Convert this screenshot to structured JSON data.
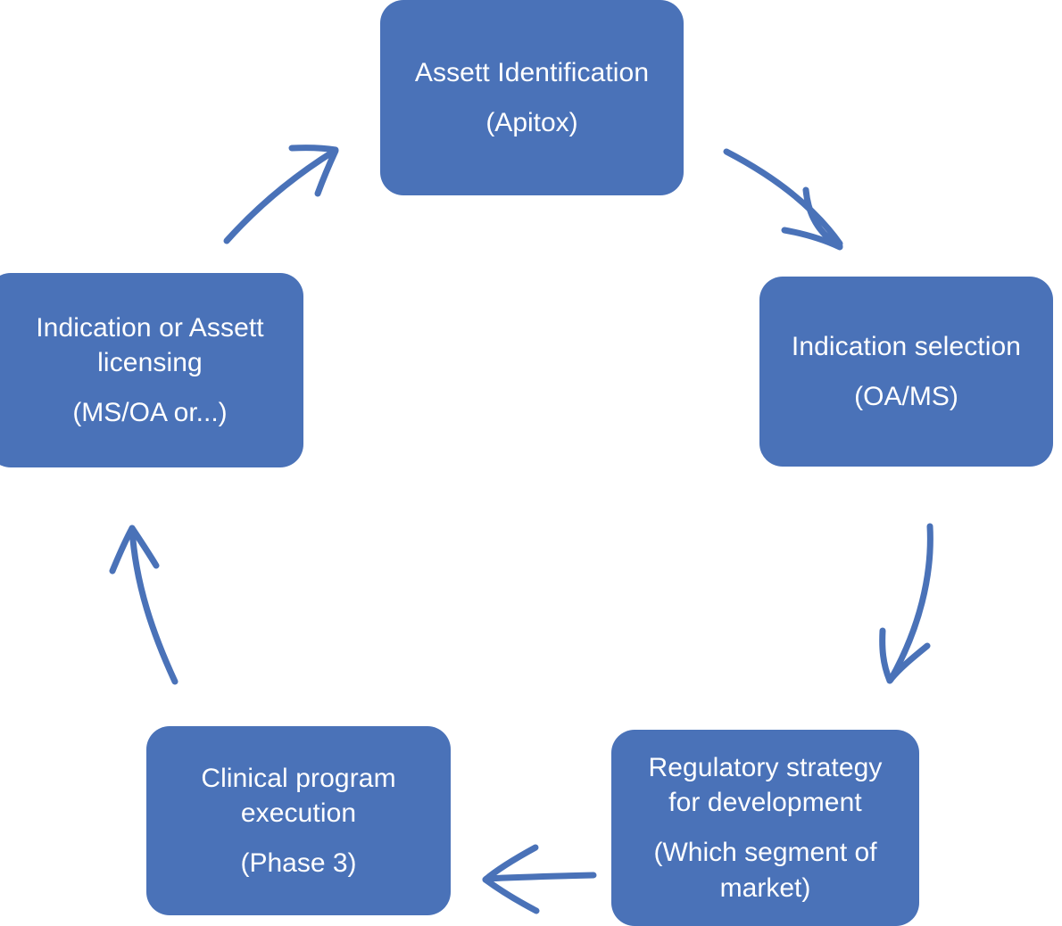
{
  "diagram": {
    "type": "cycle",
    "title": "",
    "accent_color": "#4a72b8",
    "text_color": "#ffffff",
    "background_color": "#ffffff",
    "nodes": [
      {
        "id": "asset-identification",
        "position": "top",
        "main": "Assett Identification",
        "sub": "(Apitox)"
      },
      {
        "id": "indication-selection",
        "position": "right",
        "main": "Indication selection",
        "sub": "(OA/MS)"
      },
      {
        "id": "regulatory-strategy",
        "position": "bottom-right",
        "main": "Regulatory strategy\nfor development",
        "sub": "(Which segment of\nmarket)"
      },
      {
        "id": "clinical-program",
        "position": "bottom-left",
        "main": "Clinical program\nexecution",
        "sub": "(Phase 3)"
      },
      {
        "id": "licensing",
        "position": "left",
        "main": "Indication or Assett\nlicensing",
        "sub": "(MS/OA or...)"
      }
    ],
    "arrows": [
      {
        "id": "asset-to-indication",
        "from": "asset-identification",
        "to": "indication-selection",
        "direction": "down-right"
      },
      {
        "id": "indication-to-regulatory",
        "from": "indication-selection",
        "to": "regulatory-strategy",
        "direction": "down"
      },
      {
        "id": "regulatory-to-clinical",
        "from": "regulatory-strategy",
        "to": "clinical-program",
        "direction": "left"
      },
      {
        "id": "clinical-to-licensing",
        "from": "clinical-program",
        "to": "licensing",
        "direction": "up"
      },
      {
        "id": "licensing-to-asset",
        "from": "licensing",
        "to": "asset-identification",
        "direction": "up-right"
      }
    ]
  }
}
